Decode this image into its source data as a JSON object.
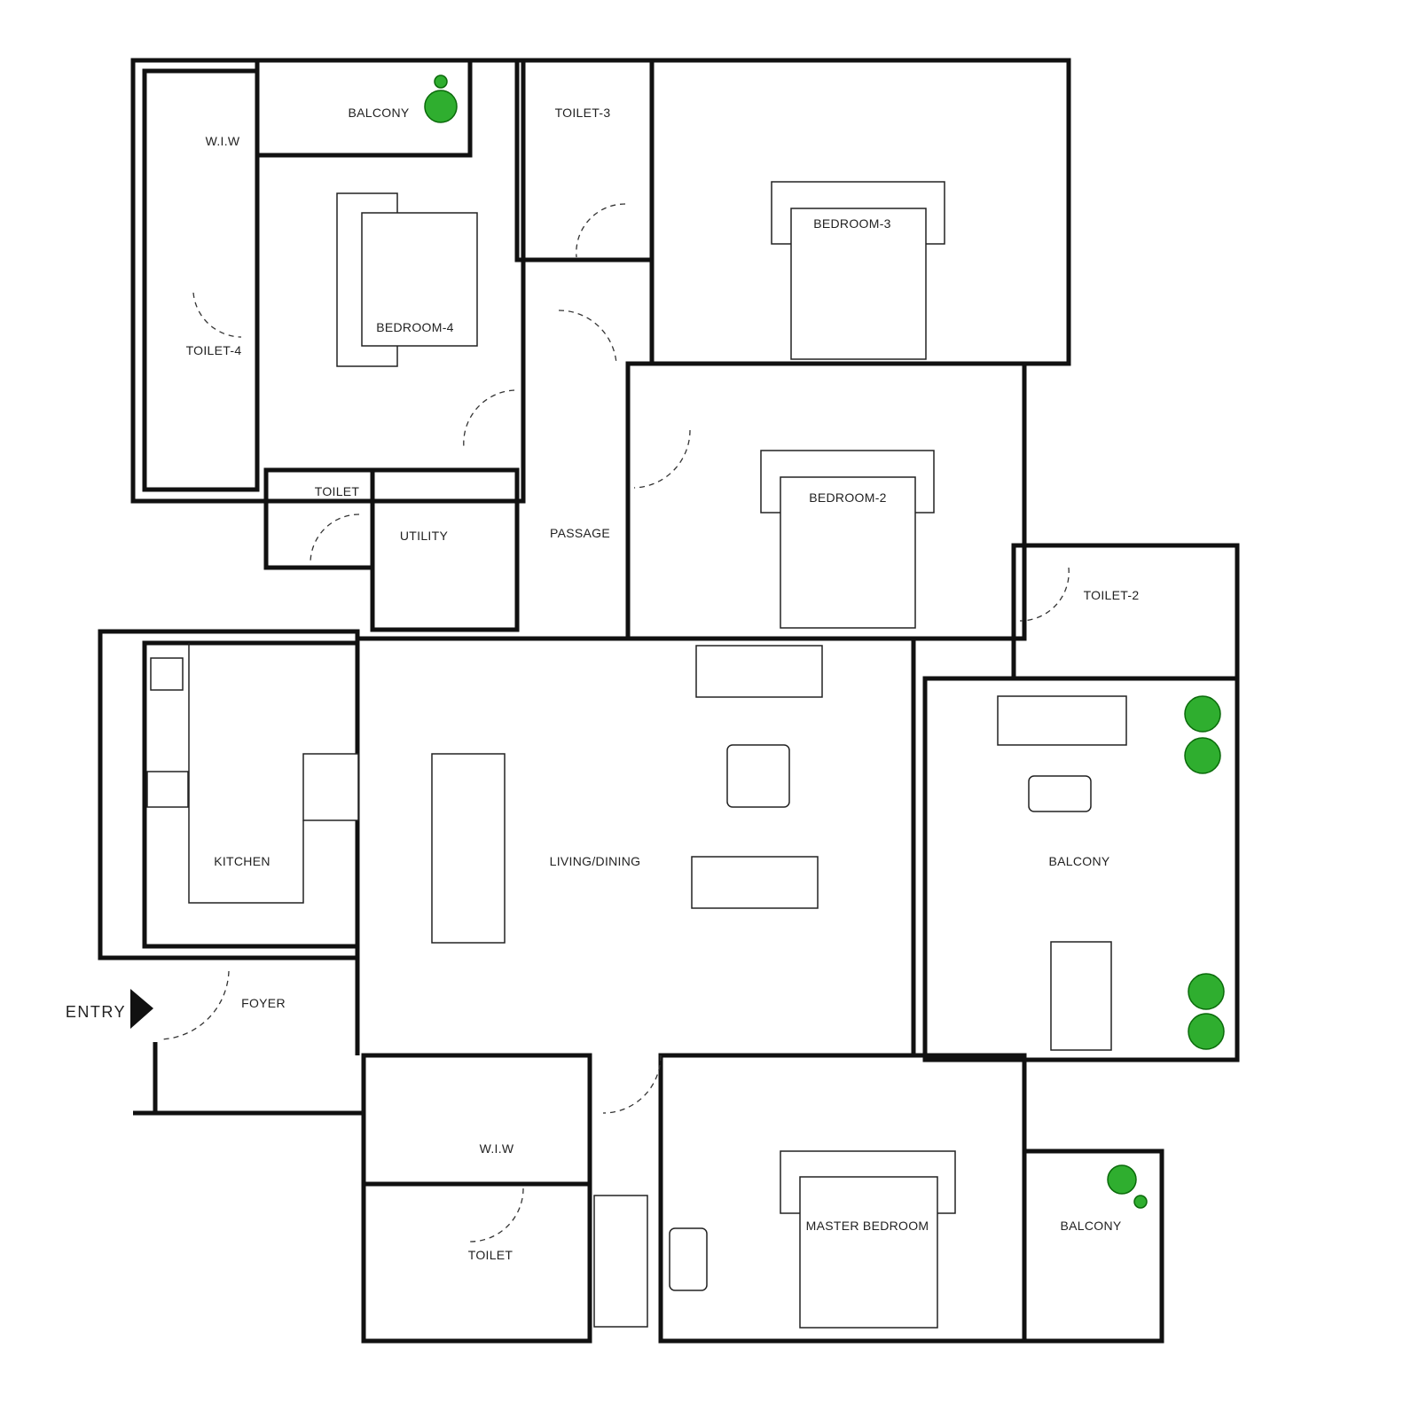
{
  "plan": {
    "rooms": {
      "balcony_top": "BALCONY",
      "wiw_top": "W.I.W",
      "toilet_3": "TOILET-3",
      "bedroom_3": "BEDROOM-3",
      "bedroom_4": "BEDROOM-4",
      "toilet_4": "TOILET-4",
      "toilet_mid": "TOILET",
      "utility": "UTILITY",
      "passage": "PASSAGE",
      "bedroom_2": "BEDROOM-2",
      "toilet_2": "TOILET-2",
      "kitchen": "KITCHEN",
      "living_dining": "LIVING/DINING",
      "balcony_right": "BALCONY",
      "entry": "ENTRY",
      "foyer": "FOYER",
      "wiw_bottom": "W.I.W",
      "toilet_bottom": "TOILET",
      "master_bedroom": "MASTER BEDROOM",
      "balcony_bottom": "BALCONY"
    },
    "colors": {
      "wall": "#111111",
      "plant": "#2fae2f"
    }
  }
}
